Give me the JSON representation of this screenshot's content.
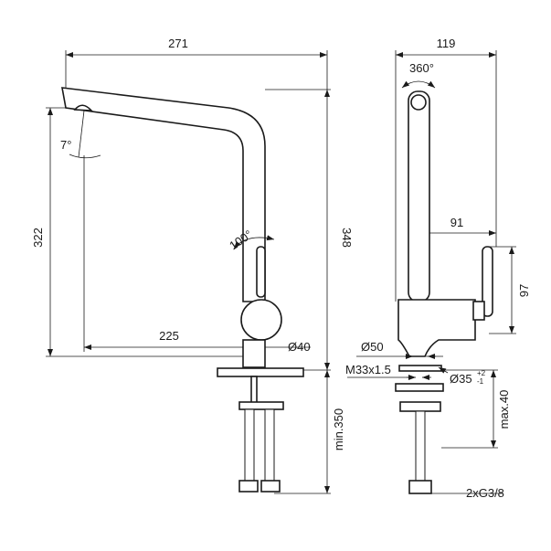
{
  "drawing": {
    "side_view": {
      "width_label": "271",
      "height_label": "322",
      "total_height_label": "348",
      "reach_label": "225",
      "base_diameter_label": "Ø40",
      "spout_angle_label": "7°",
      "lever_angle_label": "100°",
      "cable_length_label": "min.350"
    },
    "front_view": {
      "width_label": "119",
      "rotation_label": "360°",
      "lever_offset_label": "91",
      "lever_height_label": "97",
      "body_diameter_label": "Ø50",
      "thread_label": "M33x1.5",
      "hole_diameter_label": "Ø35",
      "hole_tol_upper": "+2",
      "hole_tol_lower": "-1",
      "max_thickness_label": "max.40",
      "connection_label": "2xG3/8"
    }
  }
}
